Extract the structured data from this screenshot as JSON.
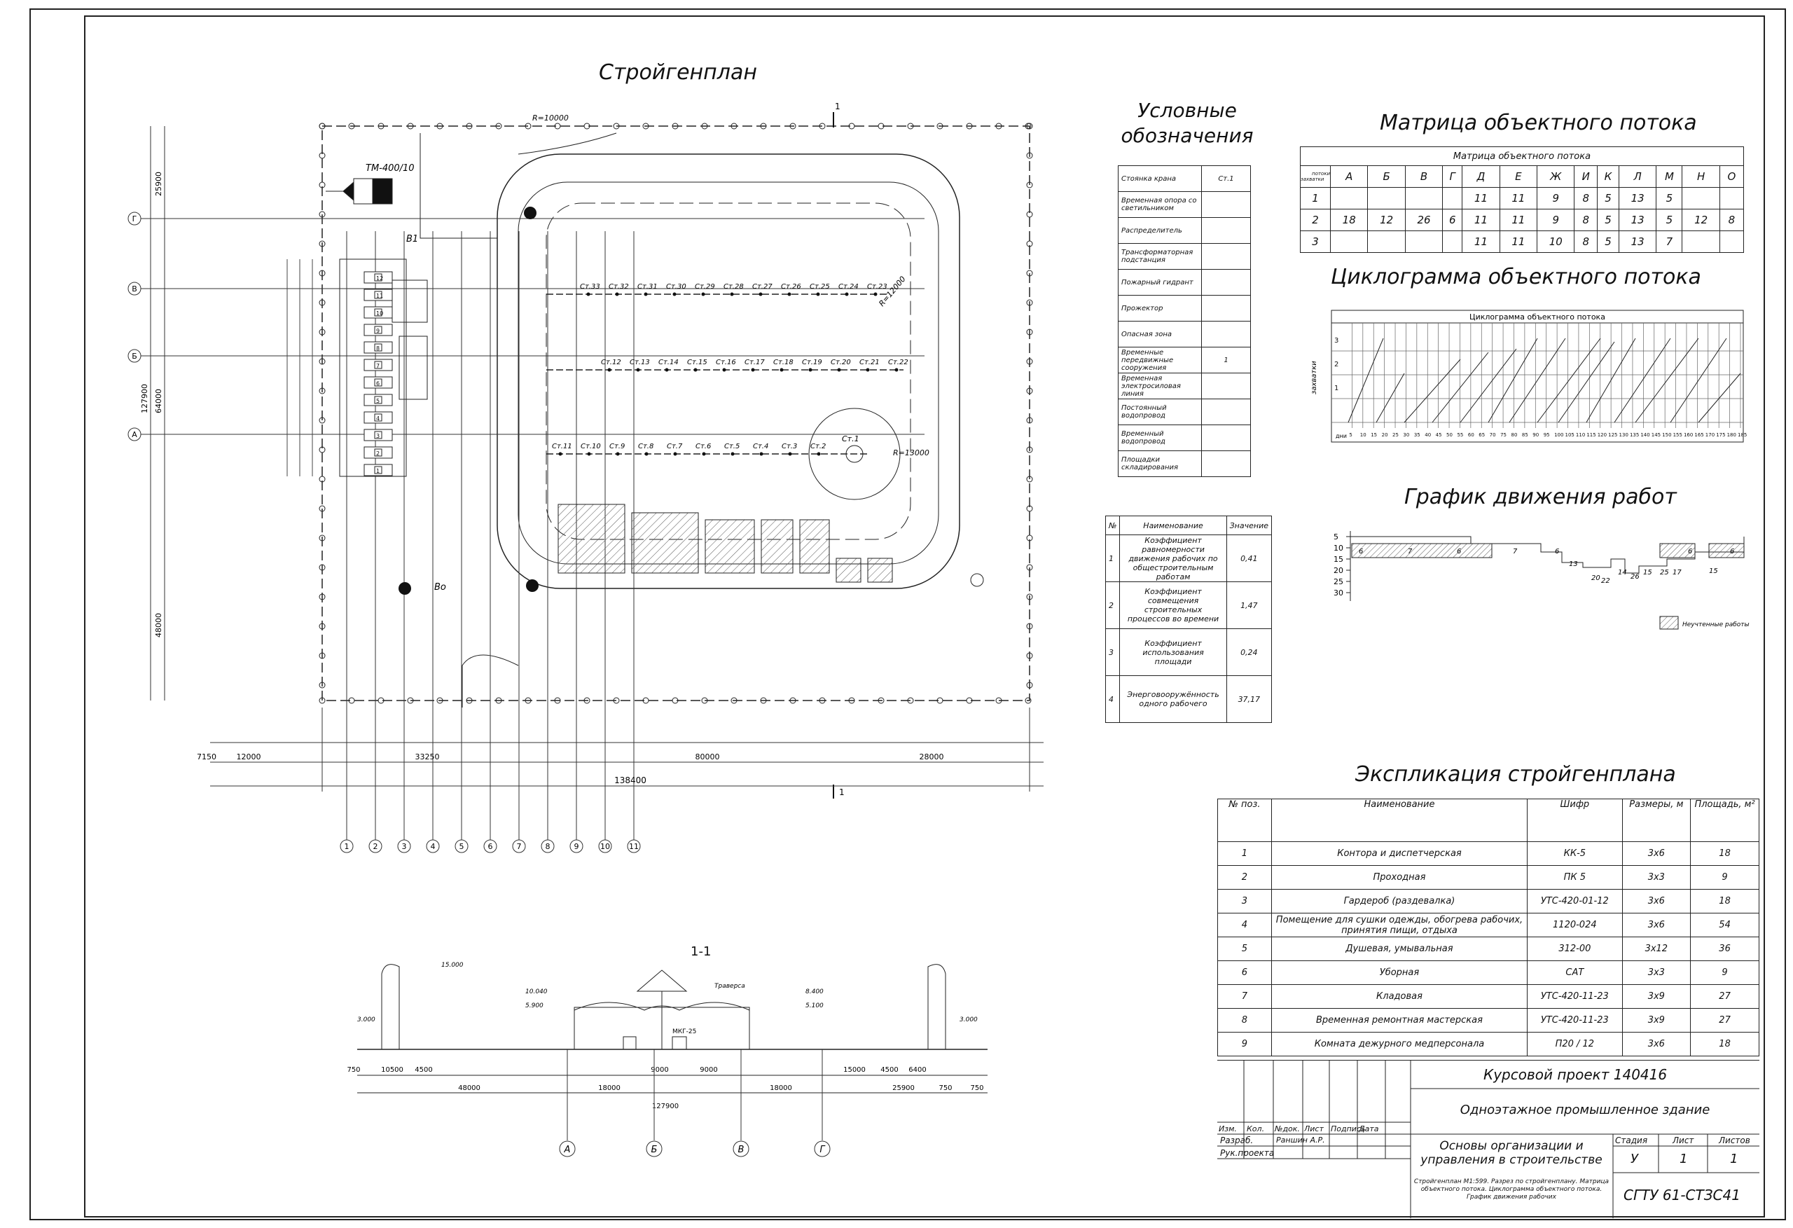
{
  "titles": {
    "stroygenplan": "Стройгенплан",
    "legend": "Условные обозначения",
    "matrix": "Матрица объектного потока",
    "cyclogram": "Циклограмма объектного потока",
    "schedule": "График движения работ",
    "explication": "Экспликация стройгенплана",
    "section": "1-1"
  },
  "legend": {
    "items": [
      {
        "label": "Стоянка крана",
        "symbol": "Ст.1"
      },
      {
        "label": "Временная опора со светильником",
        "symbol": ""
      },
      {
        "label": "Распределитель",
        "symbol": ""
      },
      {
        "label": "Трансформаторная подстанция",
        "symbol": ""
      },
      {
        "label": "Пожарный гидрант",
        "symbol": ""
      },
      {
        "label": "Прожектор",
        "symbol": ""
      },
      {
        "label": "Опасная зона",
        "symbol": ""
      },
      {
        "label": "Временные передвижные сооружения",
        "symbol": "1"
      },
      {
        "label": "Временная электросиловая линия",
        "symbol": ""
      },
      {
        "label": "Постоянный водопровод",
        "symbol": ""
      },
      {
        "label": "Временный водопровод",
        "symbol": ""
      },
      {
        "label": "Площадки складирования",
        "symbol": ""
      }
    ]
  },
  "matrix": {
    "caption": "Матрица объектного потока",
    "corner_top": "потоки",
    "corner_bottom": "захватки",
    "columns": [
      "А",
      "Б",
      "В",
      "Г",
      "Д",
      "Е",
      "Ж",
      "И",
      "К",
      "Л",
      "М",
      "Н",
      "О"
    ],
    "rows": [
      {
        "label": "1",
        "cells": [
          "",
          "",
          "",
          "",
          "11",
          "11",
          "9",
          "8",
          "5",
          "13",
          "5",
          "",
          ""
        ]
      },
      {
        "label": "2",
        "cells": [
          "18",
          "12",
          "26",
          "6",
          "11",
          "11",
          "9",
          "8",
          "5",
          "13",
          "5",
          "12",
          "8"
        ]
      },
      {
        "label": "3",
        "cells": [
          "",
          "",
          "",
          "",
          "11",
          "11",
          "10",
          "8",
          "5",
          "13",
          "7",
          "",
          ""
        ]
      }
    ]
  },
  "cyclogram": {
    "caption": "Циклограмма объектного потока",
    "y_axis_label": "захватки",
    "x_axis_label": "дни",
    "y_ticks": [
      "1",
      "2",
      "3"
    ],
    "x_ticks": [
      "5",
      "10",
      "15",
      "20",
      "25",
      "30",
      "35",
      "40",
      "45",
      "50",
      "55",
      "60",
      "65",
      "70",
      "75",
      "80",
      "85",
      "90",
      "95",
      "100",
      "105",
      "110",
      "115",
      "120",
      "125",
      "130",
      "135",
      "140",
      "145",
      "150",
      "155",
      "160",
      "165",
      "170",
      "175",
      "180",
      "185"
    ]
  },
  "schedule": {
    "y_ticks": [
      "5",
      "10",
      "15",
      "20",
      "25",
      "30"
    ],
    "labels": [
      "6",
      "7",
      "6",
      "7",
      "6",
      "13",
      "20",
      "22",
      "14",
      "26",
      "15",
      "25",
      "17",
      "6",
      "15",
      "6"
    ],
    "legend_label": "Неучтенные работы"
  },
  "indicators": {
    "headers": [
      "№",
      "Наименование",
      "Значение"
    ],
    "rows": [
      {
        "n": "1",
        "name": "Коэффициент равномерности движения рабочих по общестроительным работам",
        "value": "0,41"
      },
      {
        "n": "2",
        "name": "Коэффициент совмещения строительных процессов во времени",
        "value": "1,47"
      },
      {
        "n": "3",
        "name": "Коэффициент использования площади",
        "value": "0,24"
      },
      {
        "n": "4",
        "name": "Энерговооружённость одного рабочего",
        "value": "37,17"
      }
    ]
  },
  "explication": {
    "headers": [
      "№ поз.",
      "Наименование",
      "Шифр",
      "Размеры, м",
      "Площадь, м²"
    ],
    "rows": [
      {
        "n": "1",
        "name": "Контора и диспетчерская",
        "code": "КК-5",
        "size": "3x6",
        "area": "18"
      },
      {
        "n": "2",
        "name": "Проходная",
        "code": "ПК 5",
        "size": "3x3",
        "area": "9"
      },
      {
        "n": "3",
        "name": "Гардероб (раздевалка)",
        "code": "УТС-420-01-12",
        "size": "3x6",
        "area": "18"
      },
      {
        "n": "4",
        "name": "Помещение для сушки одежды, обогрева рабочих, принятия пищи, отдыха",
        "code": "1120-024",
        "size": "3x6",
        "area": "54"
      },
      {
        "n": "5",
        "name": "Душевая, умывальная",
        "code": "312-00",
        "size": "3x12",
        "area": "36"
      },
      {
        "n": "6",
        "name": "Уборная",
        "code": "САТ",
        "size": "3x3",
        "area": "9"
      },
      {
        "n": "7",
        "name": "Кладовая",
        "code": "УТС-420-11-23",
        "size": "3x9",
        "area": "27"
      },
      {
        "n": "8",
        "name": "Временная ремонтная мастерская",
        "code": "УТС-420-11-23",
        "size": "3x9",
        "area": "27"
      },
      {
        "n": "9",
        "name": "Комната дежурного медперсонала",
        "code": "П20 / 12",
        "size": "3x6",
        "area": "18"
      }
    ]
  },
  "stamp": {
    "project": "Курсовой проект 140416",
    "building": "Одноэтажное промышленное здание",
    "subject": "Основы организации и управления в строительстве",
    "cols": [
      "Изм.",
      "Кол.",
      "№док.",
      "Лист",
      "Подпись",
      "Дата"
    ],
    "role_dev": "Разраб.",
    "dev_name": "Раншин А.Р.",
    "role_lead": "Рук.проекта",
    "stage_h": "Стадия",
    "sheet_h": "Лист",
    "sheets_h": "Листов",
    "stage": "У",
    "sheet": "1",
    "sheets": "1",
    "contents": "Стройгенплан М1:599. Разрез по стройгенплану. Матрица объектного потока. Циклограмма объектного потока. График движения рабочих",
    "org": "СГТУ 61-СТЗС41"
  },
  "plan": {
    "tp_label": "ТМ-400/10",
    "radius_top": "R=10000",
    "radius_corner": "R=12000",
    "radius_crane": "R=13000",
    "axes_rows": [
      "Г",
      "В",
      "Б",
      "А"
    ],
    "axes_cols": [
      "1",
      "2",
      "3",
      "4",
      "5",
      "6",
      "7",
      "8",
      "9",
      "10",
      "11"
    ],
    "section_mark": "1",
    "bottom_total": "138400",
    "bottom_dims": [
      "7150",
      "12000",
      "33250",
      "80000",
      "28000"
    ],
    "left_total": "127900",
    "left_dims": [
      "25900",
      "64000",
      "48000"
    ],
    "stands_row1": [
      "Ст.33",
      "Ст.32",
      "Ст.31",
      "Ст.30",
      "Ст.29",
      "Ст.28",
      "Ст.27",
      "Ст.26",
      "Ст.25",
      "Ст.24",
      "Ст.23"
    ],
    "stands_row2": [
      "Ст.12",
      "Ст.13",
      "Ст.14",
      "Ст.15",
      "Ст.16",
      "Ст.17",
      "Ст.18",
      "Ст.19",
      "Ст.20",
      "Ст.21",
      "Ст.22"
    ],
    "stands_row3": [
      "Ст.11",
      "Ст.10",
      "Ст.9",
      "Ст.8",
      "Ст.7",
      "Ст.6",
      "Ст.5",
      "Ст.4",
      "Ст.3",
      "Ст.2"
    ],
    "stand1": "Ст.1",
    "road_mark": "В1",
    "water_mark": "Во"
  },
  "section": {
    "crane": "МКГ-25",
    "traverse": "Траверса",
    "elevations": [
      "15.000",
      "10.040",
      "5.900",
      "8.400",
      "5.100",
      "3.000",
      "3.000"
    ],
    "dims": [
      "750",
      "10500",
      "4500",
      "48000",
      "18000",
      "9000",
      "9000",
      "18000",
      "15000",
      "4500",
      "6400",
      "750",
      "750",
      "25900",
      "127900"
    ],
    "axes": [
      "А",
      "Б",
      "В",
      "Г"
    ]
  }
}
